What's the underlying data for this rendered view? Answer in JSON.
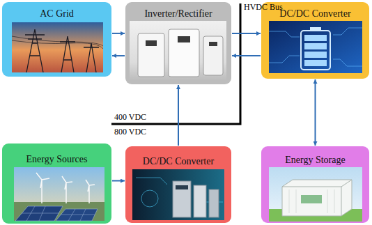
{
  "diagram": {
    "nodes": [
      {
        "text": [
          "AC Grid"
        ]
      },
      {
        "text": [
          "Inverter/Rectifier"
        ]
      },
      {
        "text": [
          "DC/DC Converter"
        ]
      },
      {
        "text": [
          "Energy Sources"
        ]
      },
      {
        "text": [
          "DC/DC Converter"
        ]
      },
      {
        "text": [
          "Energy Storage"
        ]
      }
    ],
    "edges": [
      {
        "from": 0,
        "to": 1,
        "arrow": "to"
      },
      {
        "from": 1,
        "to": 0,
        "arrow": "to"
      },
      {
        "from": 1,
        "to": 2,
        "arrow": "to"
      },
      {
        "from": 2,
        "to": 1,
        "arrow": "to"
      },
      {
        "from": 3,
        "to": 4,
        "arrow": "to"
      },
      {
        "from": 4,
        "to": 1,
        "arrow": "to"
      },
      {
        "from": 2,
        "to": 5,
        "arrow": "both"
      }
    ],
    "labels": [
      "HVDC Bus",
      "400 VDC",
      "800 VDC"
    ]
  }
}
